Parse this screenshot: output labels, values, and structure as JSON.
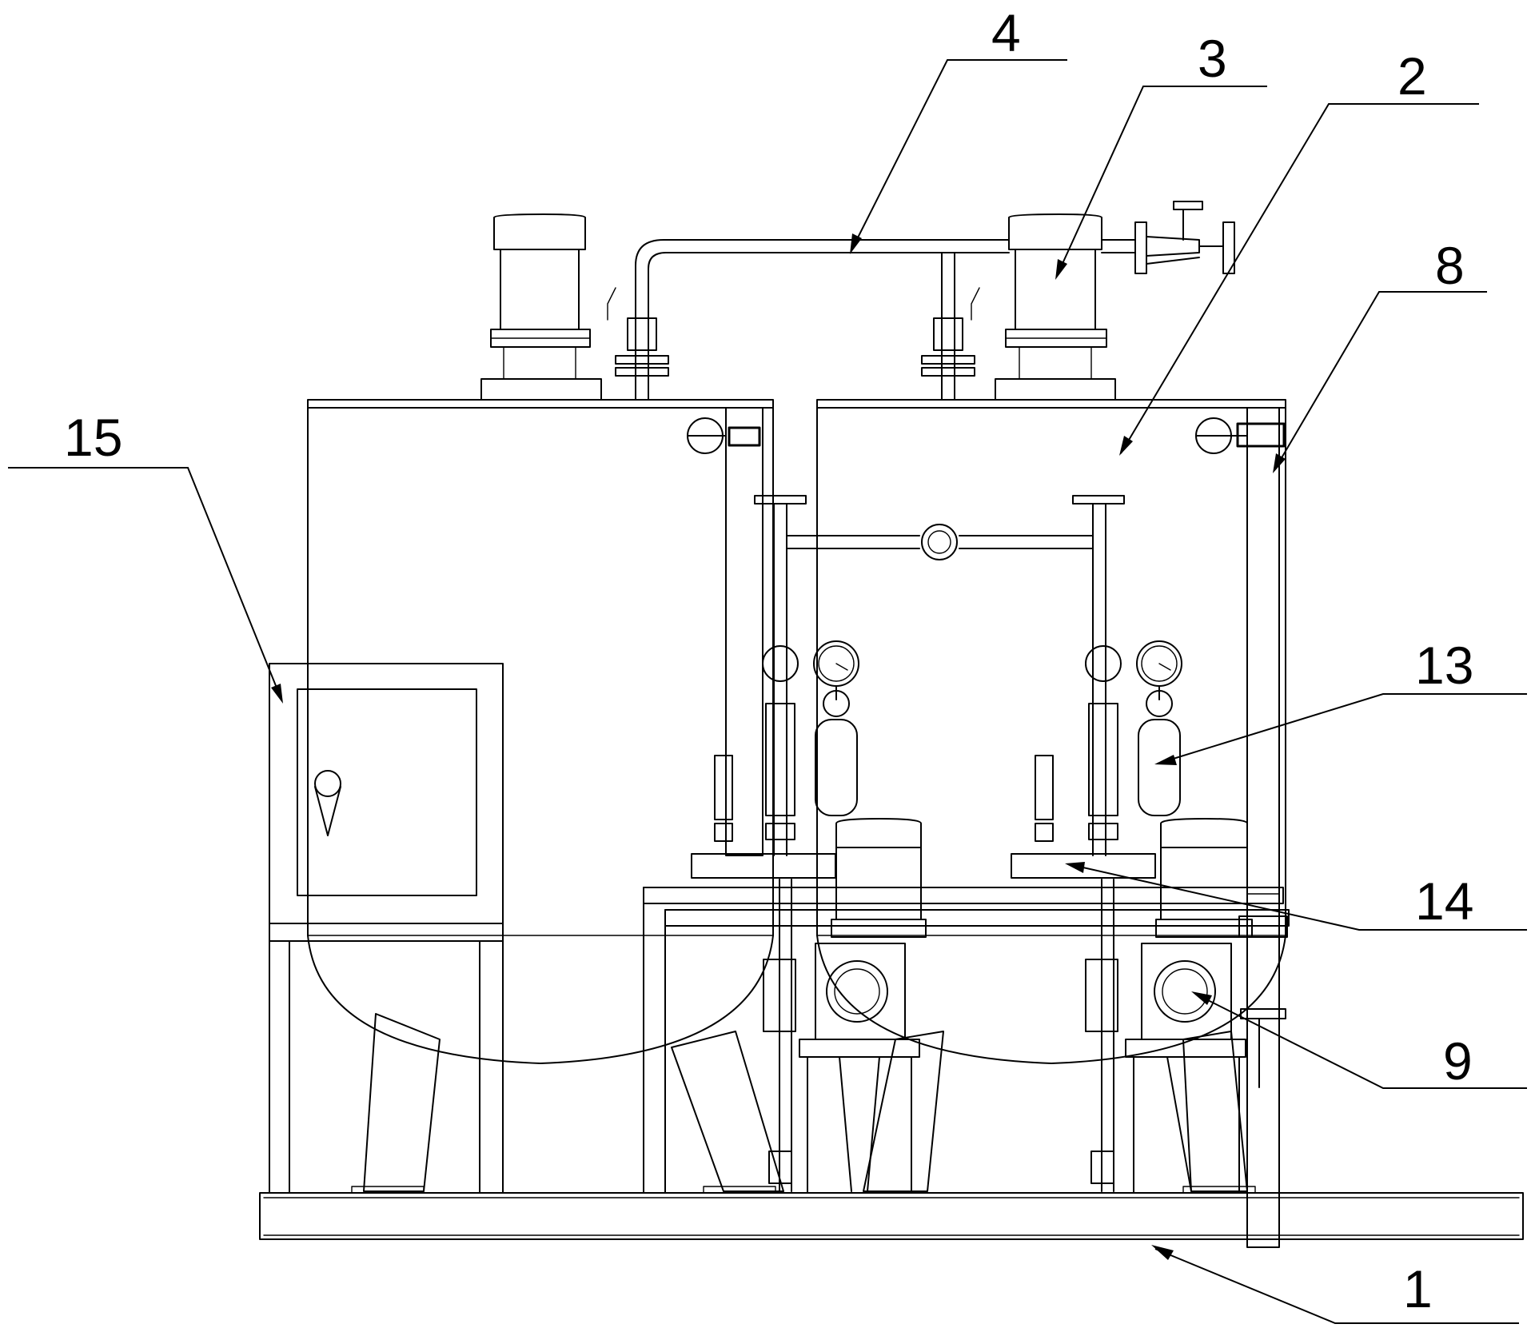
{
  "drawing": {
    "part_labels": [
      {
        "id": "1",
        "text": "1"
      },
      {
        "id": "2",
        "text": "2"
      },
      {
        "id": "3",
        "text": "3"
      },
      {
        "id": "4",
        "text": "4"
      },
      {
        "id": "8",
        "text": "8"
      },
      {
        "id": "9",
        "text": "9"
      },
      {
        "id": "13",
        "text": "13"
      },
      {
        "id": "14",
        "text": "14"
      },
      {
        "id": "15",
        "text": "15"
      }
    ]
  }
}
